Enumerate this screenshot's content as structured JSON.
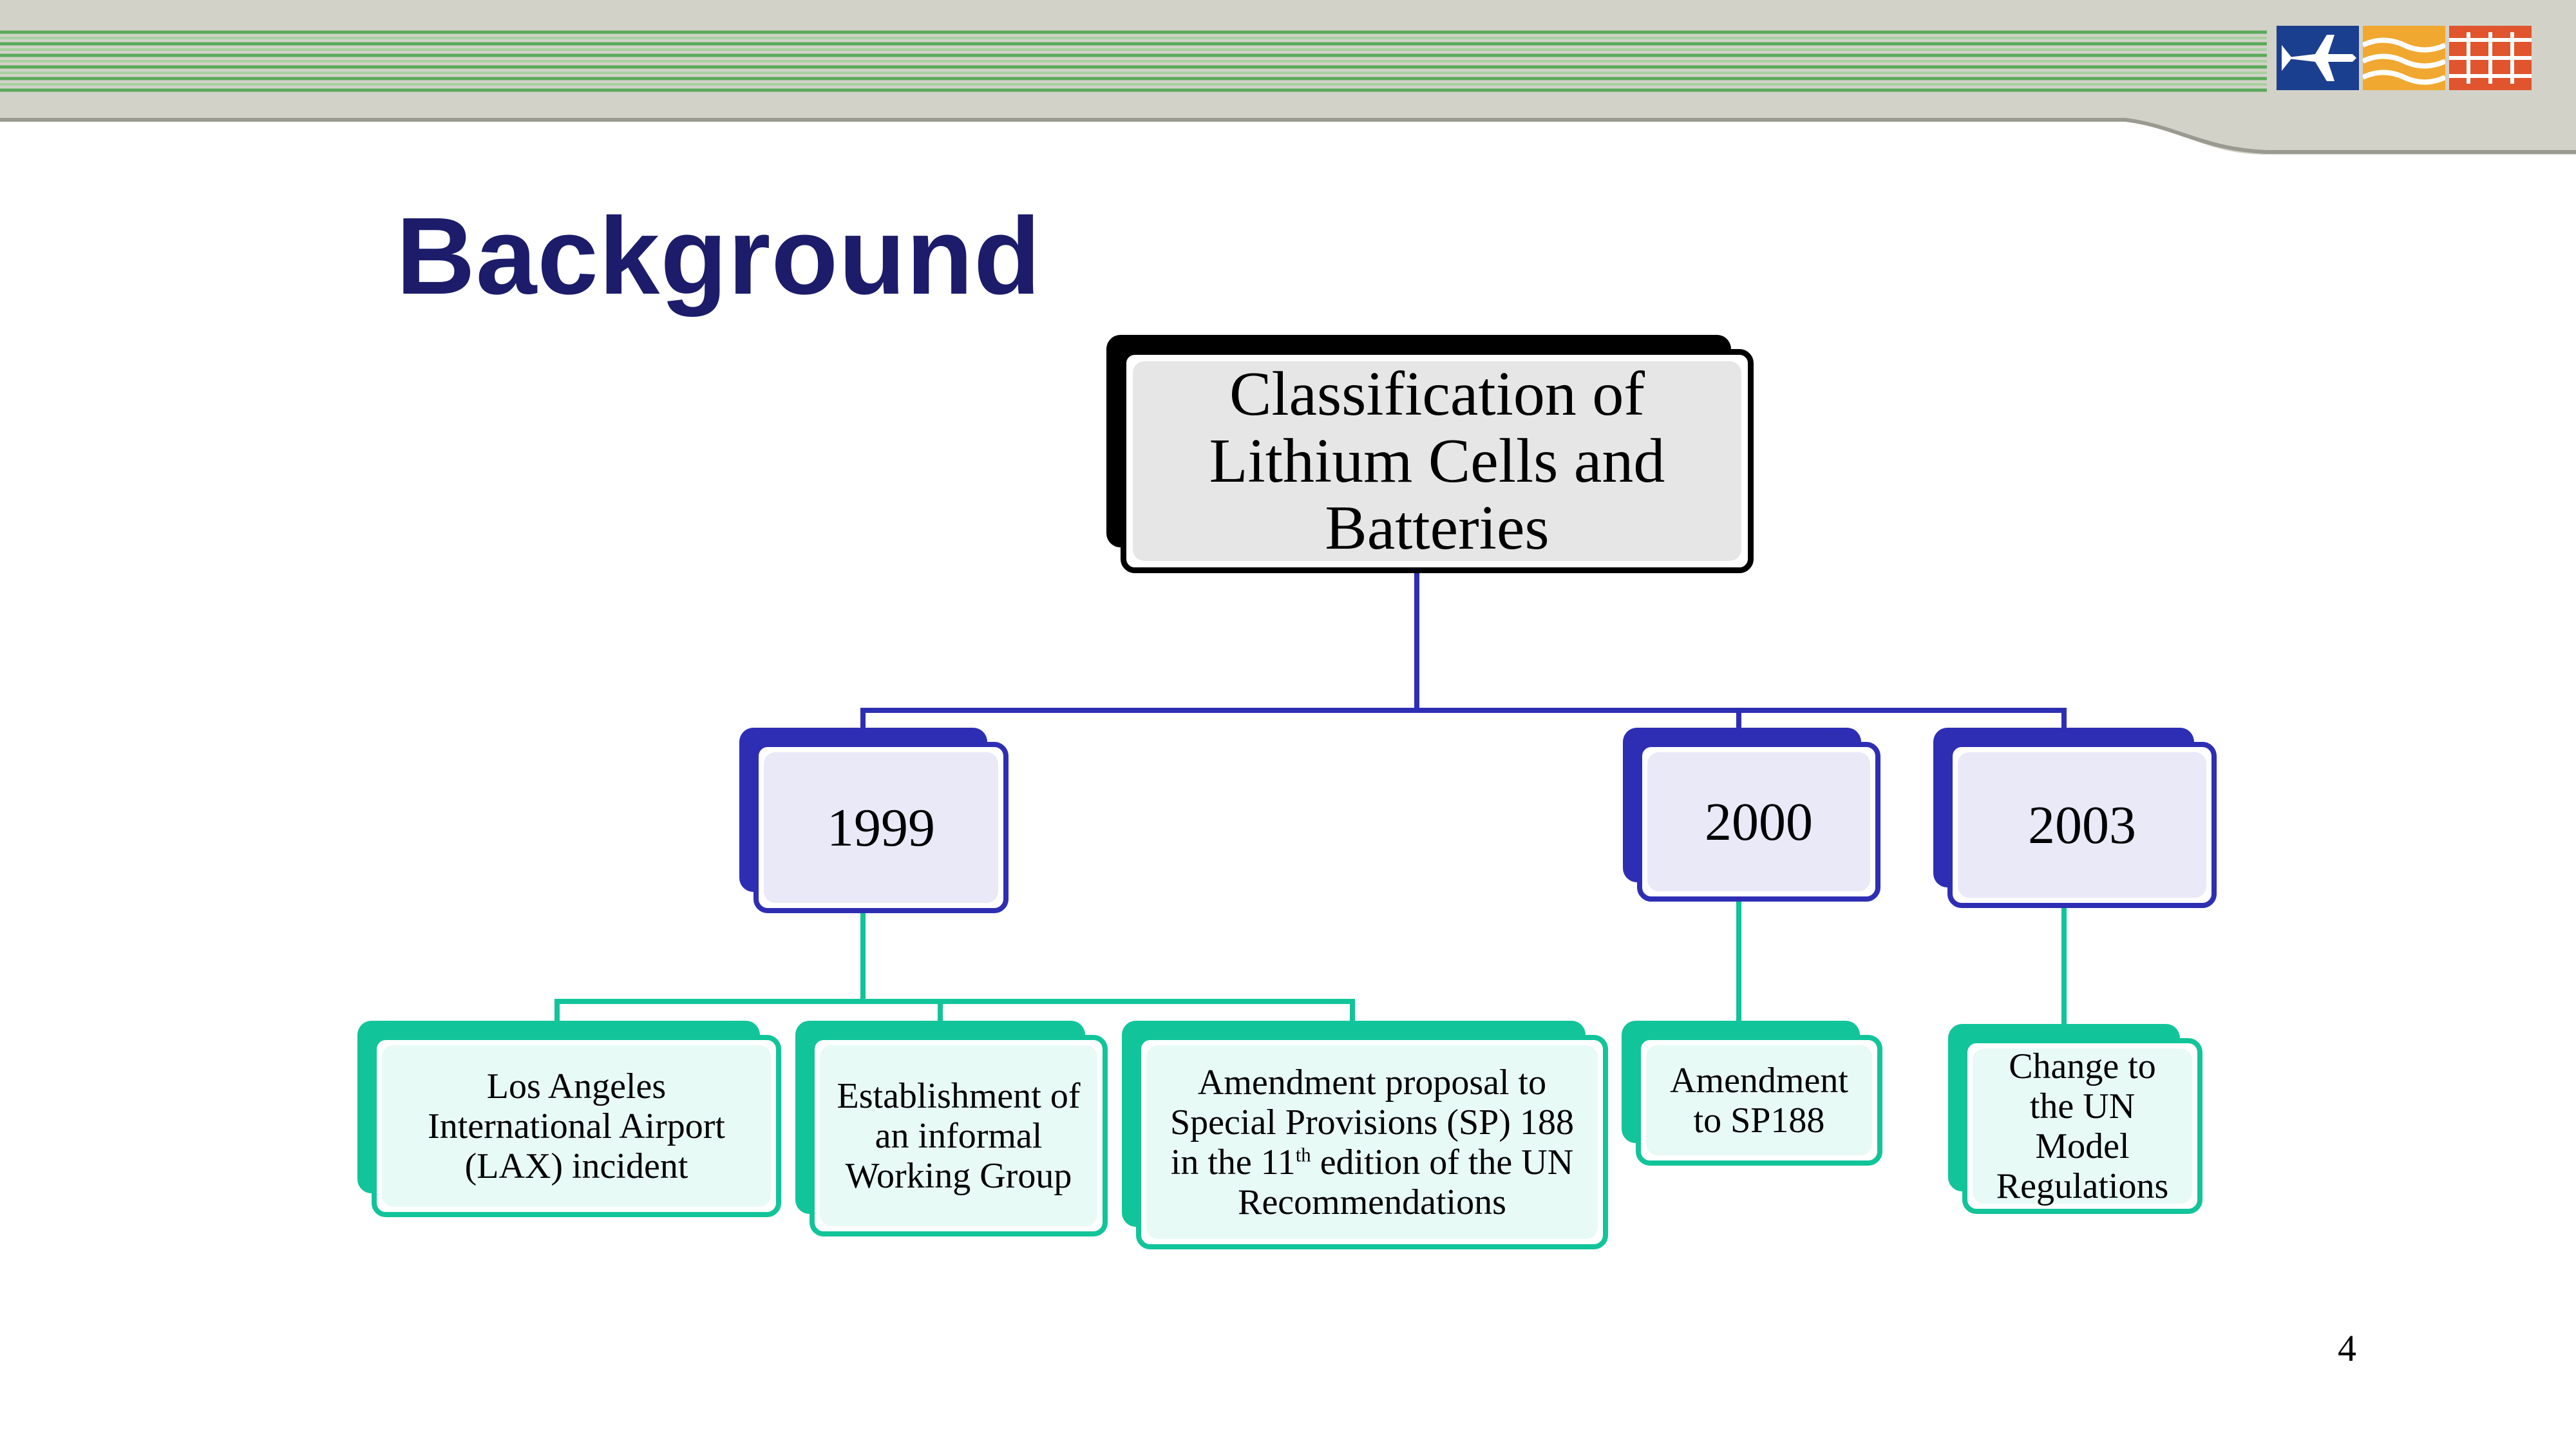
{
  "slide": {
    "title": "Background",
    "page_number": "4"
  },
  "diagram": {
    "root": {
      "line1": "Classification of",
      "line2": "Lithium Cells and",
      "line3": "Batteries"
    },
    "years": [
      {
        "label": "1999"
      },
      {
        "label": "2000"
      },
      {
        "label": "2003"
      }
    ],
    "events": {
      "lax": {
        "line1": "Los Angeles",
        "line2": "International Airport",
        "line3": "(LAX) incident"
      },
      "working_group": {
        "line1": "Establishment of",
        "line2": "an informal",
        "line3": "Working Group"
      },
      "amendment_proposal": {
        "line1": "Amendment proposal to",
        "line2": "Special Provisions (SP) 188",
        "line3a": "in the 11",
        "line3sup": "th",
        "line3b": " edition of the UN",
        "line4": "Recommendations"
      },
      "amendment_sp188": {
        "line1": "Amendment",
        "line2": "to SP188"
      },
      "change_un": {
        "line1": "Change to",
        "line2": "the UN",
        "line3": "Model",
        "line4": "Regulations"
      }
    }
  },
  "colors": {
    "title": "#1c1c6b",
    "year_border": "#2e2eb4",
    "leaf_border": "#12c49a",
    "root_border": "#000000"
  }
}
